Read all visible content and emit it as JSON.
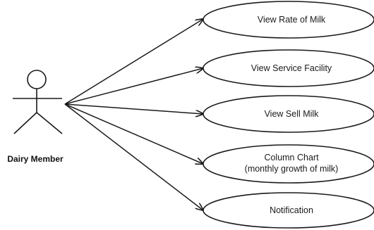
{
  "actor": {
    "name": "Dairy Member"
  },
  "use_cases": [
    {
      "lines": [
        "View Rate of Milk"
      ]
    },
    {
      "lines": [
        "View Service Facility"
      ]
    },
    {
      "lines": [
        "View Sell Milk"
      ]
    },
    {
      "lines": [
        "Column Chart",
        "(monthly growth of milk)"
      ]
    },
    {
      "lines": [
        "Notification"
      ]
    }
  ],
  "style": {
    "stroke_color": "#1a1a1a",
    "background": "#ffffff"
  }
}
